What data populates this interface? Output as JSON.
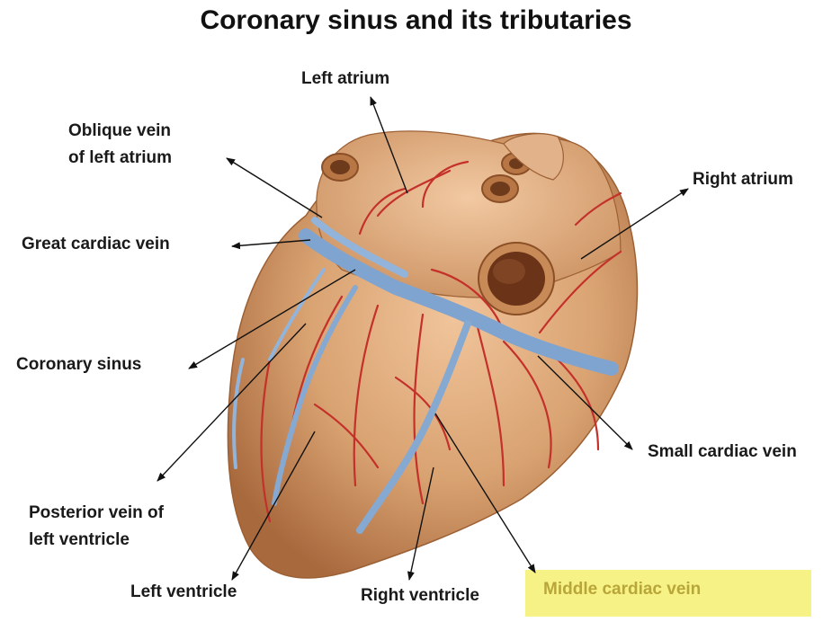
{
  "title": "Coronary sinus and its tributaries",
  "labels": {
    "left_atrium": "Left atrium",
    "oblique_vein_1": "Oblique vein",
    "oblique_vein_2": "of left atrium",
    "great_cardiac_vein": "Great cardiac vein",
    "coronary_sinus": "Coronary sinus",
    "posterior_vein_1": "Posterior vein of",
    "posterior_vein_2": "left ventricle",
    "left_ventricle": "Left ventricle",
    "right_ventricle": "Right ventricle",
    "middle_cardiac_vein": "Middle cardiac vein",
    "small_cardiac_vein": "Small cardiac vein",
    "right_atrium": "Right atrium"
  },
  "colors": {
    "heart_fill": "#d9a271",
    "heart_shadow": "#b97c4a",
    "artery": "#c4302a",
    "vein": "#7fa4cf",
    "highlight": "#f6f285",
    "highlight_text": "#b9a63a"
  }
}
